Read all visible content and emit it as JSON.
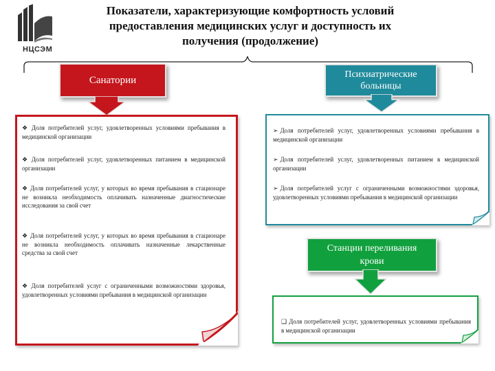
{
  "logo": {
    "name": "logo-icon",
    "text": "НЦСЭМ"
  },
  "title": {
    "line1": "Показатели, характеризующие комфортность условий",
    "line2": "предоставления медицинских услуг и доступность их",
    "line3": "получения (продолжение)"
  },
  "colors": {
    "red": "#c4161c",
    "blue": "#1f8a9b",
    "green": "#11a03e"
  },
  "sanatorii": {
    "header": "Санатории",
    "bullet_icon": "diamond-bullet-icon",
    "items": [
      "Доля потребителей услуг, удовлетворенных условиями пребывания в медицинской организации",
      "Доля потребителей услуг, удовлетворенных питанием в медицинской организации",
      "Доля потребителей услуг, у которых во время пребывания в стационаре не возникла необходимость оплачивать назначенные диагностические исследования за свой счет",
      "Доля потребителей услуг, у которых во время пребывания в стационаре не возникла необходимость оплачивать назначенные лекарственные средства за свой счет",
      "Доля потребителей услуг с ограниченными возможностями здоровья, удовлетворенных условиями пребывания в медицинской организации"
    ]
  },
  "psych": {
    "header_line1": "Психиатрические",
    "header_line2": "больницы",
    "bullet_icon": "arrowhead-bullet-icon",
    "items": [
      "Доля потребителей услуг, удовлетворенных условиями пребывания в медицинской организации",
      "Доля потребителей услуг, удовлетворенных питанием в медицинской организации",
      "Доля потребителей услуг с ограниченными возможностями здоровья, удовлетворенных условиями пребывания в медицинской организации"
    ]
  },
  "blood": {
    "header_line1": "Станции переливания",
    "header_line2": "крови",
    "bullet_icon": "checkbox-bullet-icon",
    "items": [
      "Доля потребителей услуг, удовлетворенных условиями пребывания в медицинской организации"
    ]
  }
}
